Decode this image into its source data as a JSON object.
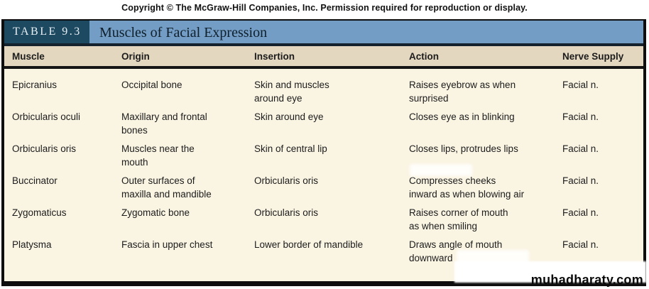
{
  "page": {
    "copyright": "Copyright © The McGraw-Hill Companies, Inc. Permission required for reproduction or display.",
    "watermark": "muhadharaty.com"
  },
  "banner": {
    "label": "TABLE 9.3",
    "title": "Muscles of Facial Expression"
  },
  "table": {
    "columns": [
      "Muscle",
      "Origin",
      "Insertion",
      "Action",
      "Nerve Supply"
    ],
    "rows": [
      {
        "muscle": "Epicranius",
        "origin": "Occipital bone",
        "insertion": "Skin and muscles\naround eye",
        "action": "Raises eyebrow as when\nsurprised",
        "nerve": "Facial n."
      },
      {
        "muscle": "Orbicularis oculi",
        "origin": "Maxillary and frontal\nbones",
        "insertion": "Skin around eye",
        "action": "Closes eye as in blinking",
        "nerve": "Facial n."
      },
      {
        "muscle": "Orbicularis oris",
        "origin": "Muscles near the\nmouth",
        "insertion": "Skin of central lip",
        "action": "Closes lips, protrudes lips",
        "nerve": "Facial n."
      },
      {
        "muscle": "Buccinator",
        "origin": "Outer surfaces of\nmaxilla and mandible",
        "insertion": "Orbicularis oris",
        "action": "Compresses cheeks\ninward as when blowing air",
        "nerve": "Facial n."
      },
      {
        "muscle": "Zygomaticus",
        "origin": "Zygomatic bone",
        "insertion": "Orbicularis oris",
        "action": "Raises corner of mouth\nas when smiling",
        "nerve": "Facial n."
      },
      {
        "muscle": "Platysma",
        "origin": "Fascia in upper chest",
        "insertion": "Lower border of mandible",
        "action": "Draws angle of mouth\ndownward",
        "nerve": "Facial n."
      }
    ]
  },
  "colors": {
    "banner_dark": "#1d4a60",
    "banner_light": "#739dc4",
    "header_bg": "#e4d7bf",
    "body_bg": "#faf4e2",
    "border": "#0e0e0e"
  }
}
